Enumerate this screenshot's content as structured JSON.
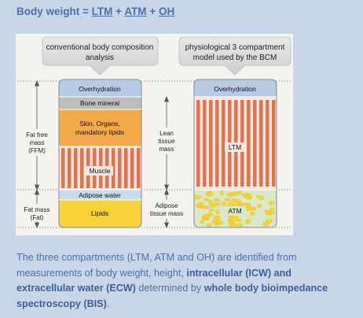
{
  "heading": {
    "prefix": "Body weight =",
    "ltm": "LTM",
    "plus1": "+",
    "atm": "ATM",
    "plus2": "+",
    "oh": "OH"
  },
  "figure": {
    "left_caption_line1": "conventional body composition",
    "left_caption_line2": "analysis",
    "right_caption_line1": "physiological 3 compartment",
    "right_caption_line2": "model used by the BCM",
    "left_column": {
      "overhydration": "Overhydration",
      "bone_mineral": "Bone mineral",
      "skin_line1": "Skin, Organs,",
      "skin_line2": "mandatory lipids",
      "muscle": "Muscle",
      "adipose_water": "Adipose water",
      "lipids": "Lipids"
    },
    "right_column": {
      "overhydration": "Overhydration",
      "ltm": "LTM",
      "atm": "ATM"
    },
    "labels": {
      "ffm_line1": "Fat free",
      "ffm_line2": "mass",
      "ffm_line3": "(FFM)",
      "fat_line1": "Fat mass",
      "fat_line2": "(Fat)",
      "lean_line1": "Lean",
      "lean_line2": "tissue",
      "lean_line3": "mass",
      "adipose_line1": "Adipose",
      "adipose_line2": "tissue mass"
    },
    "colors": {
      "overhydration": "#b8cbe6",
      "bone_mineral": "#bdbdbd",
      "skin": "#f4a94a",
      "muscle_bg": "#f7e6de",
      "muscle_stripes": "#d9765a",
      "adipose_water": "#c6dcef",
      "lipids": "#f7d23a"
    }
  },
  "paragraph": {
    "t1": "The three compartments (LTM, ATM and OH) are identified from measurements of body weight, height, ",
    "b1": "intracellular (ICW) and extracellular water (ECW)",
    "t2": " determined by ",
    "b2": "whole body bioimpedance spectroscopy (BIS)",
    "t3": "."
  }
}
